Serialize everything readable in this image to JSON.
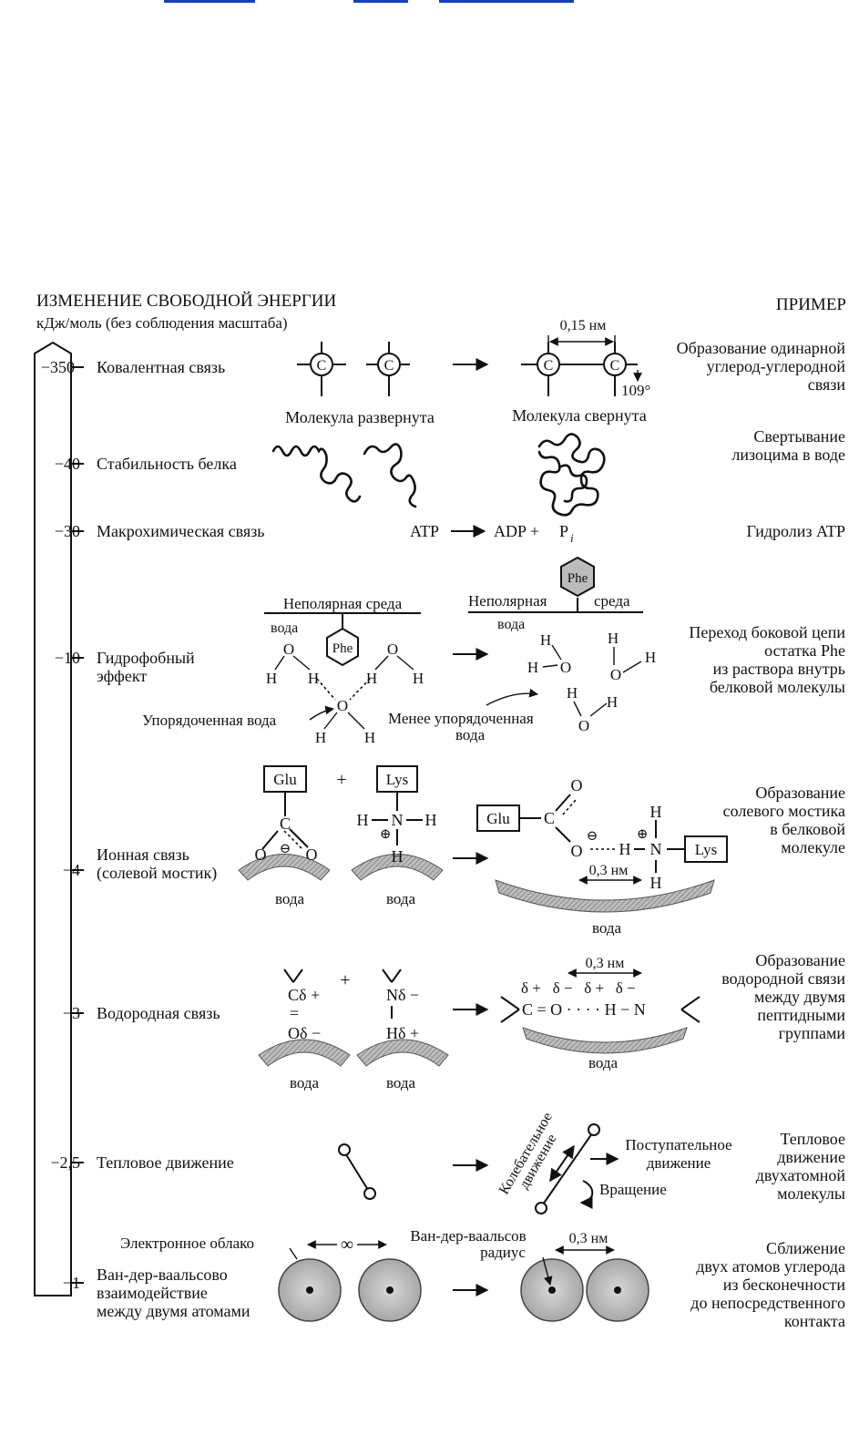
{
  "top_links": [
    "",
    "",
    ""
  ],
  "header": {
    "left_title": "ИЗМЕНЕНИЕ СВОБОДНОЙ ЭНЕРГИИ",
    "left_subtitle": "кДж/моль (без соблюдения масштаба)",
    "right_title": "ПРИМЕР"
  },
  "scale": [
    {
      "value": "−350",
      "label": "Ковалентная связь"
    },
    {
      "value": "−40",
      "label": "Стабильность белка"
    },
    {
      "value": "−30",
      "label": "Макрохимическая связь"
    },
    {
      "value": "−10",
      "label": "Гидрофобный",
      "label2": "эффект"
    },
    {
      "value": "−4",
      "label": "Ионная связь",
      "label2": "(солевой мостик)"
    },
    {
      "value": "−3",
      "label": "Водородная связь"
    },
    {
      "value": "−2,5",
      "label": "Тепловое движение"
    },
    {
      "value": "−1",
      "label": "Ван-дер-ваальсово",
      "label2": "взаимодействие",
      "label3": "между двумя атомами"
    }
  ],
  "covalent": {
    "atom": "C",
    "distance": "0,15 нм",
    "angle": "109°",
    "example": [
      "Образование одинарной",
      "углерод-углеродной",
      "связи"
    ]
  },
  "protein": {
    "unfolded": "Молекула развернута",
    "folded": "Молекула свернута",
    "example": [
      "Свертывание",
      "лизоцима в воде"
    ]
  },
  "atp": {
    "left": "ATP",
    "right": "ADP +",
    "pi": "P",
    "pi_sub": "i",
    "example": "Гидролиз ATP"
  },
  "hydrophobic": {
    "nonpolar_left": "Неполярная среда",
    "nonpolar_right_a": "Неполярная",
    "nonpolar_right_b": "среда",
    "water": "вода",
    "phe": "Phe",
    "ordered": "Упорядоченная вода",
    "less_ordered_a": "Менее упорядоченная",
    "less_ordered_b": "вода",
    "O": "O",
    "H": "H",
    "example": [
      "Переход боковой цепи",
      "остатка Phe",
      "из раствора внутрь",
      "белковой молекулы"
    ]
  },
  "ionic": {
    "glu": "Glu",
    "lys": "Lys",
    "plus": "+",
    "C": "C",
    "N": "N",
    "O": "O",
    "H": "H",
    "minus": "⊖",
    "pluscharge": "⊕",
    "distance": "0,3 нм",
    "water": "вода",
    "example": [
      "Образование",
      "солевого мостика",
      "в белковой",
      "молекуле"
    ]
  },
  "hbond": {
    "c_delta": "Cδ +",
    "o_delta": "Oδ −",
    "n_delta": "Nδ −",
    "h_delta": "Hδ +",
    "double": "=",
    "plus": "+",
    "chain": "C = O · · · · H − N",
    "charges": "δ +   δ −   δ +   δ −",
    "distance": "0,3 нм",
    "water": "вода",
    "example": [
      "Образование",
      "водородной связи",
      "между двумя",
      "пептидными",
      "группами"
    ]
  },
  "thermal": {
    "vibration_a": "Колебательное",
    "vibration_b": "движение",
    "translation_a": "Поступательное",
    "translation_b": "движение",
    "rotation": "Вращение",
    "example": [
      "Тепловое",
      "движение",
      "двухатомной",
      "молекулы"
    ]
  },
  "vdw": {
    "cloud": "Электронное облако",
    "infinity": "∞",
    "radius_a": "Ван-дер-ваальсов",
    "radius_b": "радиус",
    "distance": "0,3 нм",
    "example": [
      "Сближение",
      "двух атомов углерода",
      "из бесконечности",
      "до непосредственного",
      "контакта"
    ]
  }
}
